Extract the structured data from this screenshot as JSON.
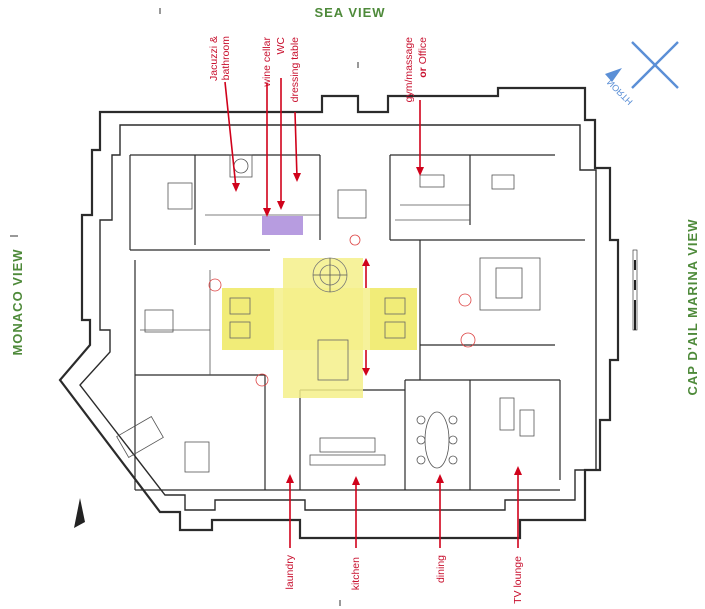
{
  "views": {
    "top": "SEA VIEW",
    "left": "MONACO VIEW",
    "right": "CAP D'AIL MARINA VIEW"
  },
  "compass": {
    "label": "NORTH"
  },
  "labels_top": {
    "jacuzzi_line1": "Jacuzzi &",
    "jacuzzi_line2": "bathroom",
    "wine_cellar": "wine cellar",
    "wc": "WC",
    "dressing_table": "dressing table",
    "gym_line1": "gym/massage",
    "gym_or": "or",
    "gym_office": "Office"
  },
  "labels_bottom": {
    "laundry": "laundry",
    "kitchen": "kitchen",
    "dining": "dining",
    "tv_lounge": "TV lounge"
  },
  "colors": {
    "view_text": "#4e8a3a",
    "annotation": "#c8102e",
    "highlight_core": "#f4f08a",
    "highlight_wine": "#b79ce0",
    "compass": "#5b8fd6"
  }
}
